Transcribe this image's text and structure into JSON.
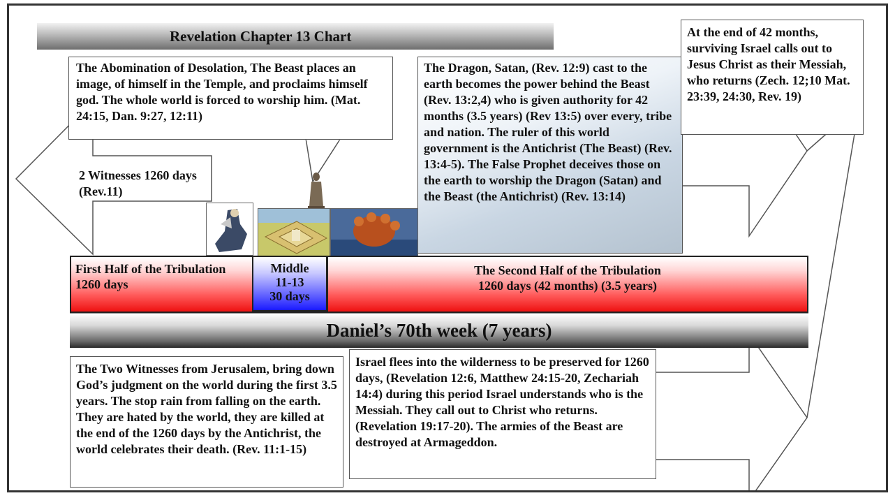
{
  "title": "Revelation Chapter 13 Chart",
  "abomination": {
    "before": "The ",
    "bold": "Abomination of Desolation",
    "after": ", The Beast places an image, of himself in the Temple, and proclaims himself god. The whole world is forced to worship him. (Mat. 24:15, Dan. 9:27, 12:11)"
  },
  "dragon": {
    "p1": "The Dragon",
    "p2": ", Satan, (Rev. 12:9) cast to the earth becomes the power behind the ",
    "p3": "Beast",
    "p4": " (Rev. 13:2,4) who is given authority for ",
    "p5": "42 months",
    "p6": " (3.5 years) (Rev 13:5) over every, tribe and nation. The ruler of this world government is the Antichrist (The Beast) (Rev. 13:4-5). ",
    "p7": "The False Prophet",
    "p8": " deceives those on the earth to worship the Dragon (Satan) and the Beast (the Antichrist) (Rev. 13:14)"
  },
  "end_box": "At the end of 42 months, surviving Israel calls out to Jesus Christ as their Messiah, who returns (Zech. 12;10 Mat. 23:39, 24:30, Rev. 19)",
  "witnesses_arrow": "2 Witnesses 1260 days (Rev.11)",
  "first_half": "First Half of the Tribulation 1260 days",
  "middle": {
    "line1": "Middle",
    "line2": "11-13",
    "line3": "30 days"
  },
  "second_half": {
    "line1": "The Second Half of the Tribulation",
    "line2": "1260 days (42 months) (3.5 years)"
  },
  "daniel": "Daniel’s 70th week (7 years)",
  "two_witnesses_box": "The Two Witnesses from Jerusalem, bring down God’s judgment on the world during the first 3.5 years. The stop rain from falling on the earth. They are hated by the world, they are killed at the end of the 1260 days by the Antichrist, the world celebrates their death. (Rev. 11:1-15)",
  "israel": {
    "bold": "Israel",
    "rest": " flees into the wilderness to be preserved for 1260 days, (Revelation 12:6, Matthew 24:15-20, Zechariah 14:4) during this period Israel understands who is the Messiah. They call out to Christ who returns. (Revelation 19:17-20). The armies of the Beast are destroyed at Armageddon."
  },
  "colors": {
    "half_red": "#ee1111",
    "middle_blue": "#1a1aff",
    "bar_gray": "#6e6e6e"
  }
}
